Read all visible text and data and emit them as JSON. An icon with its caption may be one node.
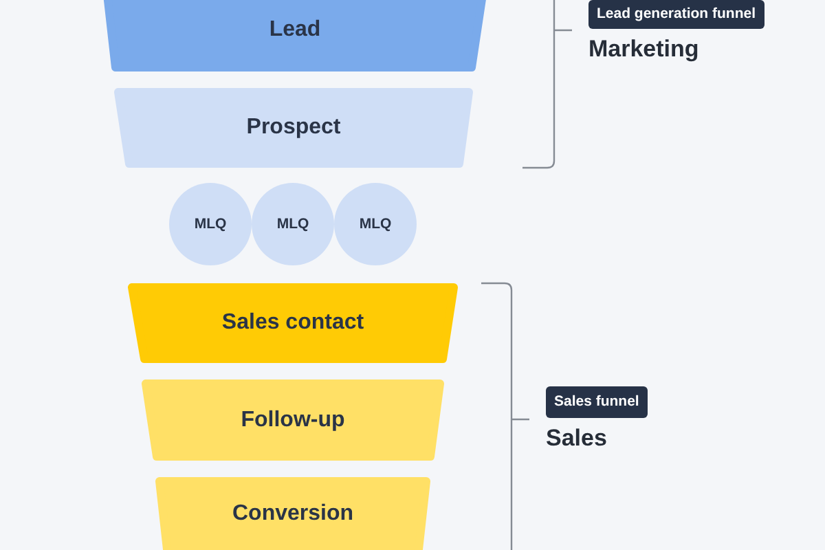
{
  "diagram": {
    "nodes": [
      {
        "text": [
          "Lead"
        ]
      },
      {
        "text": [
          "Prospect"
        ]
      },
      {
        "text": [
          "MLQ"
        ]
      },
      {
        "text": [
          "MLQ"
        ]
      },
      {
        "text": [
          "MLQ"
        ]
      },
      {
        "text": [
          "Sales contact"
        ]
      },
      {
        "text": [
          "Follow-up"
        ]
      },
      {
        "text": [
          "Conversion"
        ]
      },
      {
        "text": [
          "Lead generation funnel"
        ],
        "beside": [
          "Marketing"
        ]
      },
      {
        "text": [
          "Sales funnel"
        ],
        "beside": [
          "Sales"
        ]
      }
    ]
  }
}
